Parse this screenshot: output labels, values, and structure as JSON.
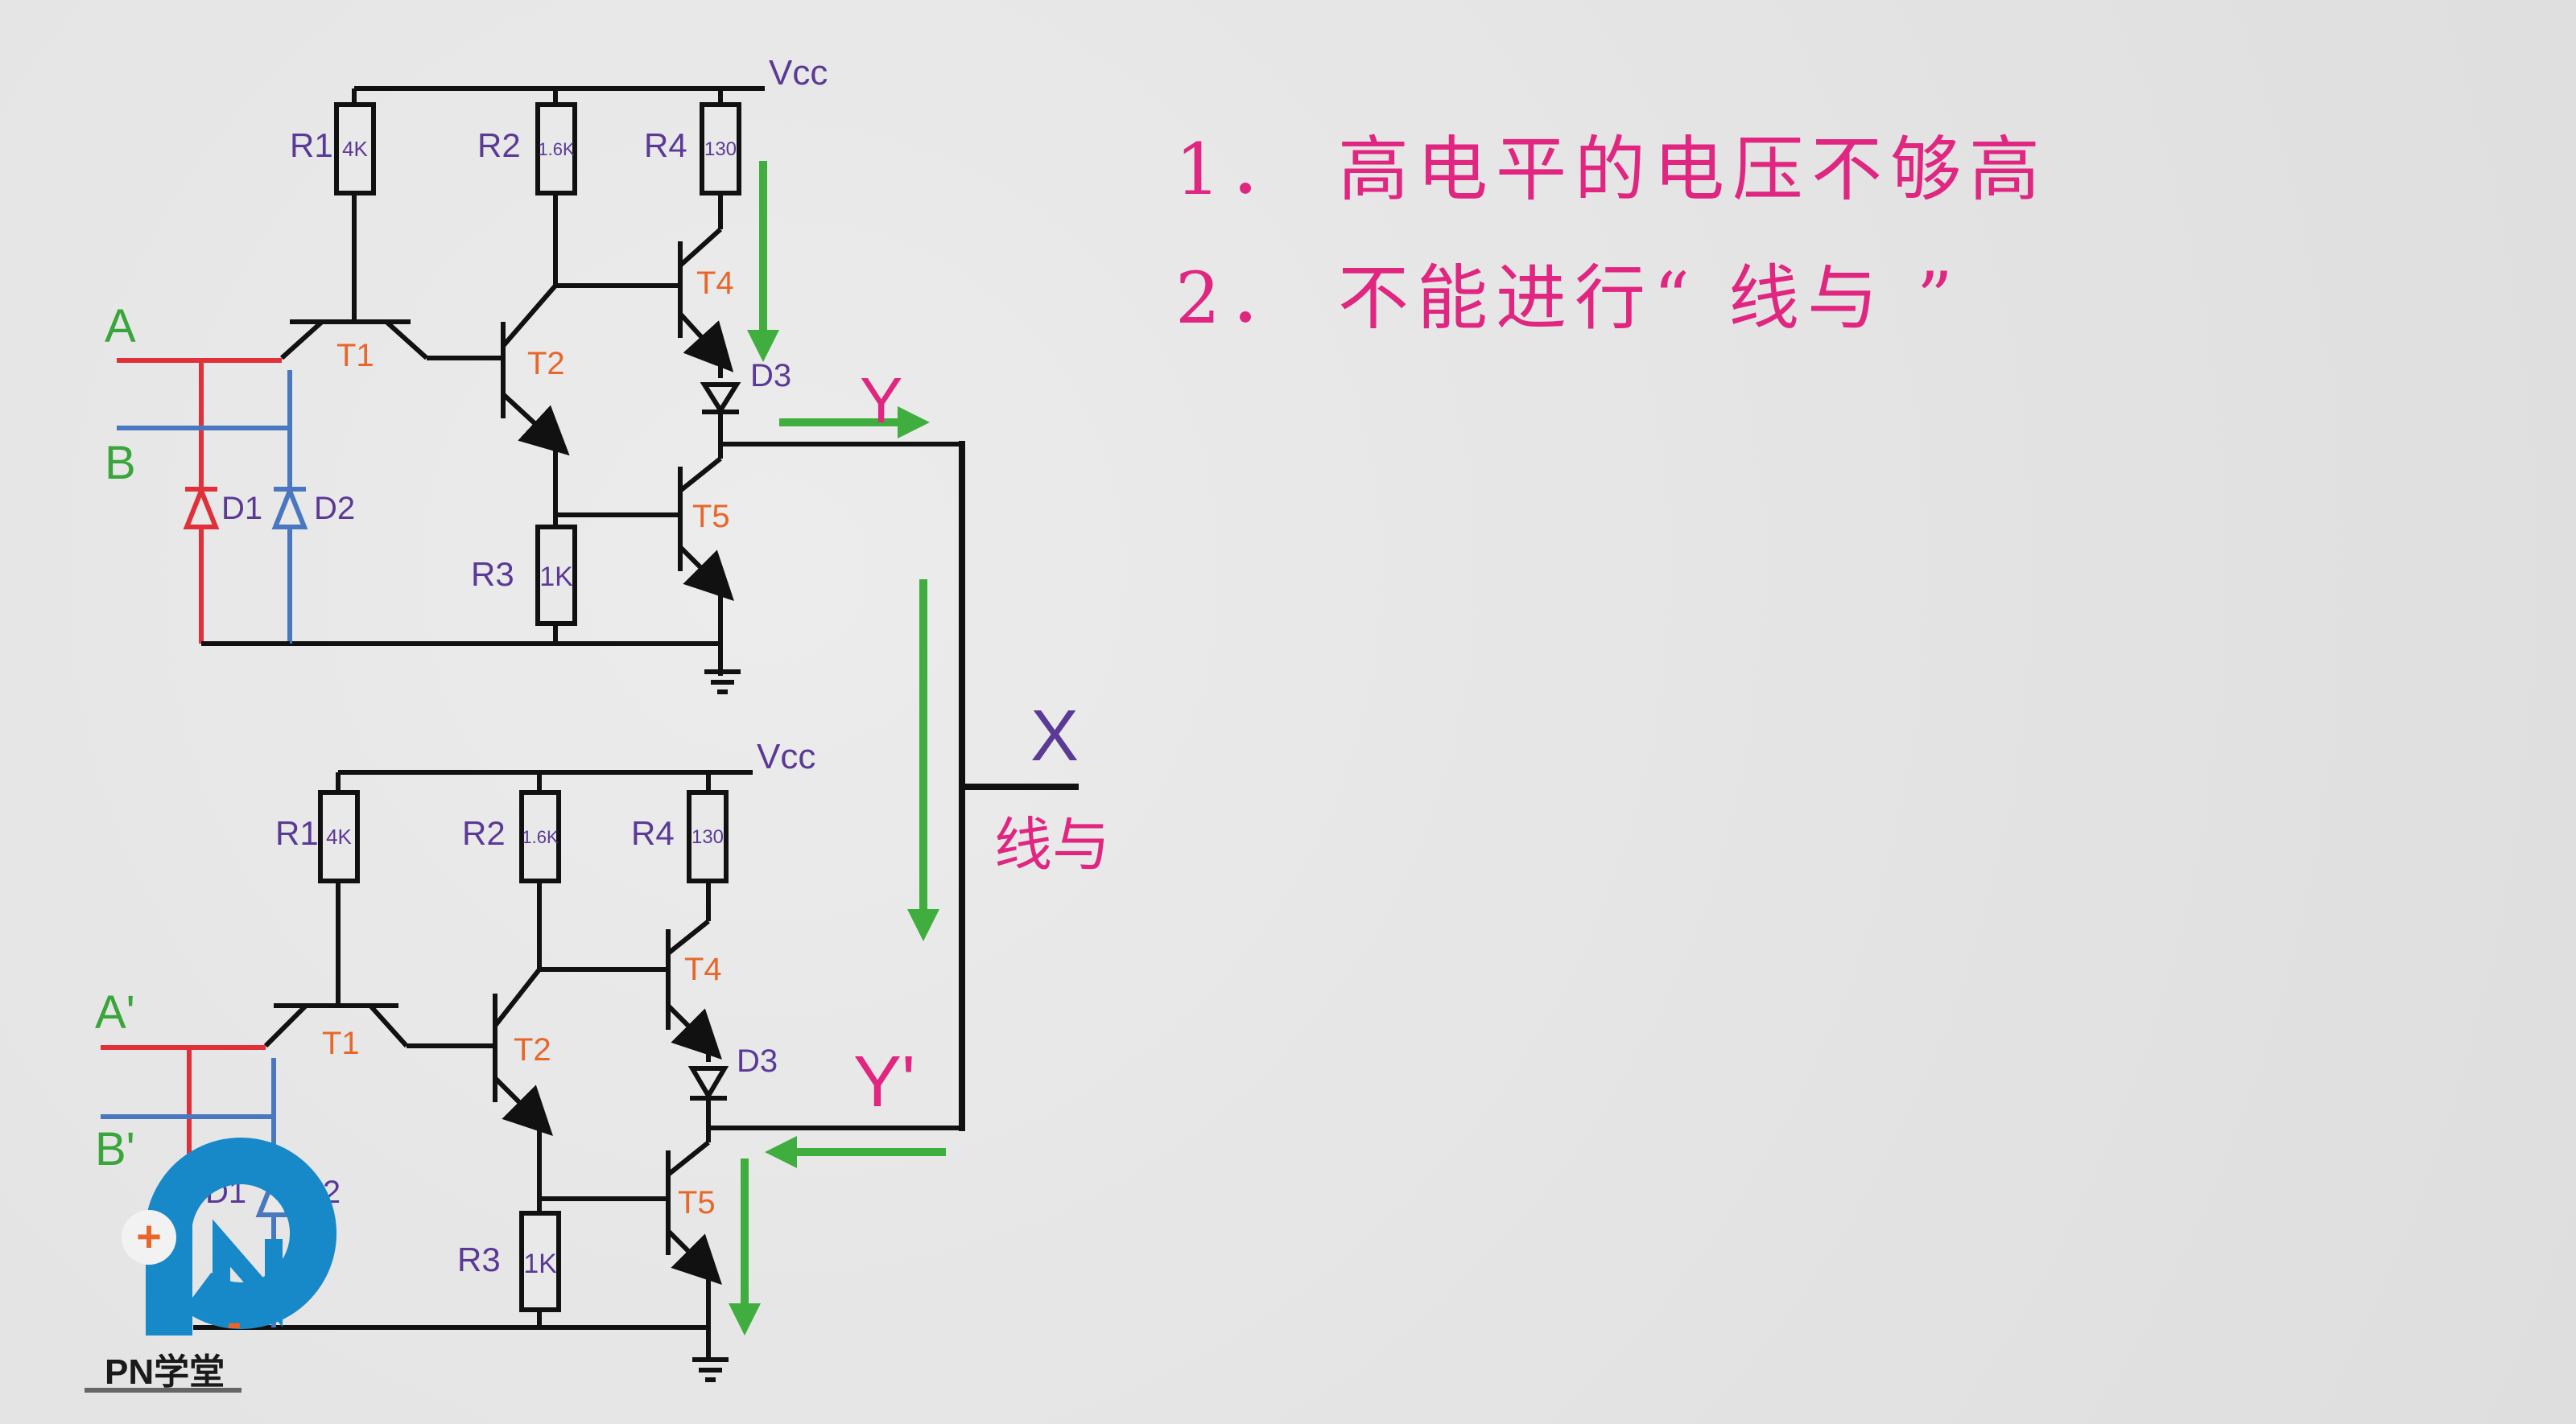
{
  "notes": [
    {
      "num": "1．",
      "text": "高电平的电压不够高"
    },
    {
      "num": "2．",
      "text": "不能进行“ 线与 ”"
    }
  ],
  "circuit_top": {
    "vcc": "Vcc",
    "resistors": [
      {
        "name": "R1",
        "value": "4K"
      },
      {
        "name": "R2",
        "value": "1.6K"
      },
      {
        "name": "R4",
        "value": "130"
      },
      {
        "name": "R3",
        "value": "1K"
      }
    ],
    "transistors": [
      "T1",
      "T2",
      "T4",
      "T5"
    ],
    "diodes": [
      "D1",
      "D2",
      "D3"
    ],
    "inputs": [
      "A",
      "B"
    ],
    "output": "Y"
  },
  "circuit_bottom": {
    "vcc": "Vcc",
    "resistors": [
      {
        "name": "R1",
        "value": "4K"
      },
      {
        "name": "R2",
        "value": "1.6K"
      },
      {
        "name": "R4",
        "value": "130"
      },
      {
        "name": "R3",
        "value": "1K"
      }
    ],
    "transistors": [
      "T1",
      "T2",
      "T4",
      "T5"
    ],
    "diodes": [
      "D1",
      "D2",
      "D3"
    ],
    "inputs": [
      "A'",
      "B'"
    ],
    "output": "Y'"
  },
  "junction": {
    "node": "X",
    "caption": "线与"
  },
  "logo": {
    "text": "PN学堂",
    "plus": "+",
    "minus": "-"
  },
  "colors": {
    "wire": "#111111",
    "input_a": "#e0303a",
    "input_b": "#4a78c0",
    "arrow": "#3fae3f",
    "label": "#5b3a96",
    "transistor_label": "#e8662a",
    "note": "#e02680",
    "logo": "#1788c8"
  }
}
